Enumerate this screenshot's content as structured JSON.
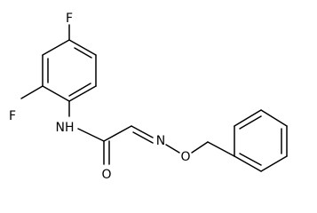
{
  "molecule": {
    "atoms": {
      "f_top": "F",
      "f_left": "F",
      "nh": "NH",
      "o_carbonyl": "O",
      "n_oxime": "N",
      "o_ether": "O"
    },
    "colors": {
      "bond": "#000000",
      "label": "#000000",
      "background": "#ffffff"
    }
  }
}
